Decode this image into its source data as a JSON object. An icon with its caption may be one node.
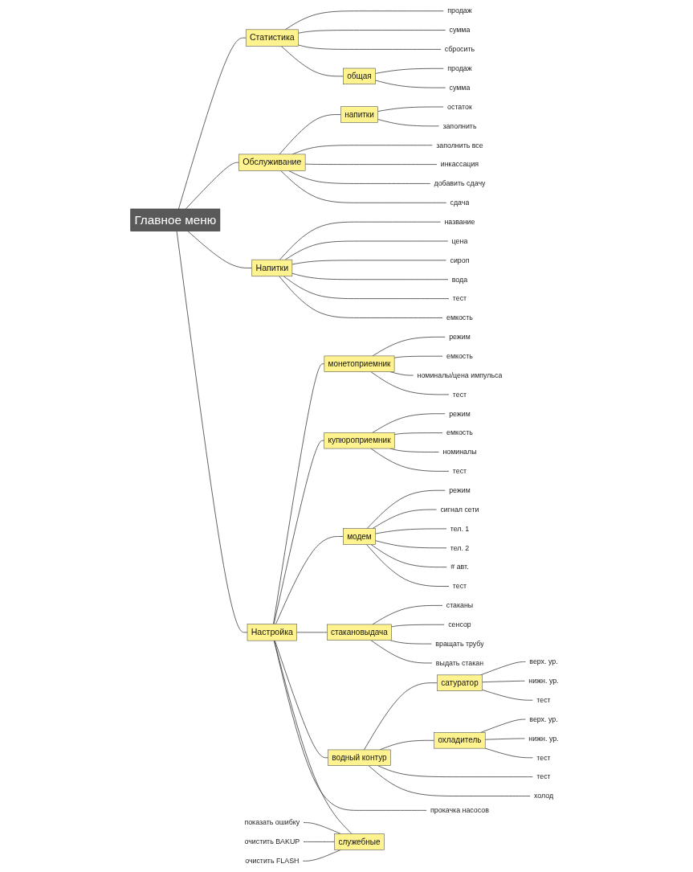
{
  "diagram": {
    "nodes": [
      {
        "text": [
          "Главное меню"
        ]
      },
      {
        "text": [
          "Статистика"
        ]
      },
      {
        "text": [
          "продаж"
        ]
      },
      {
        "text": [
          "сумма"
        ]
      },
      {
        "text": [
          "сбросить"
        ]
      },
      {
        "text": [
          "общая"
        ]
      },
      {
        "text": [
          "продаж"
        ]
      },
      {
        "text": [
          "сумма"
        ]
      },
      {
        "text": [
          "Обслуживание"
        ]
      },
      {
        "text": [
          "напитки"
        ]
      },
      {
        "text": [
          "остаток"
        ]
      },
      {
        "text": [
          "заполнить"
        ]
      },
      {
        "text": [
          "заполнить все"
        ]
      },
      {
        "text": [
          "инкассация"
        ]
      },
      {
        "text": [
          "добавить сдачу"
        ]
      },
      {
        "text": [
          "сдача"
        ]
      },
      {
        "text": [
          "Напитки"
        ]
      },
      {
        "text": [
          "название"
        ]
      },
      {
        "text": [
          "цена"
        ]
      },
      {
        "text": [
          "сироп"
        ]
      },
      {
        "text": [
          "вода"
        ]
      },
      {
        "text": [
          "тест"
        ]
      },
      {
        "text": [
          "емкость"
        ]
      },
      {
        "text": [
          "Настройка"
        ]
      },
      {
        "text": [
          "монетоприемник"
        ]
      },
      {
        "text": [
          "режим"
        ]
      },
      {
        "text": [
          "емкость"
        ]
      },
      {
        "text": [
          "номиналы/цена импульса"
        ]
      },
      {
        "text": [
          "тест"
        ]
      },
      {
        "text": [
          "купюроприемник"
        ]
      },
      {
        "text": [
          "режим"
        ]
      },
      {
        "text": [
          "емкость"
        ]
      },
      {
        "text": [
          "номиналы"
        ]
      },
      {
        "text": [
          "тест"
        ]
      },
      {
        "text": [
          "модем"
        ]
      },
      {
        "text": [
          "режим"
        ]
      },
      {
        "text": [
          "сигнал сети"
        ]
      },
      {
        "text": [
          "тел. 1"
        ]
      },
      {
        "text": [
          "тел. 2"
        ]
      },
      {
        "text": [
          "# авт."
        ]
      },
      {
        "text": [
          "тест"
        ]
      },
      {
        "text": [
          "стакановыдача"
        ]
      },
      {
        "text": [
          "стаканы"
        ]
      },
      {
        "text": [
          "сенсор"
        ]
      },
      {
        "text": [
          "вращать трубу"
        ]
      },
      {
        "text": [
          "выдать стакан"
        ]
      },
      {
        "text": [
          "водный контур"
        ]
      },
      {
        "text": [
          "сатуратор"
        ]
      },
      {
        "text": [
          "верх. ур."
        ]
      },
      {
        "text": [
          "нижн. ур."
        ]
      },
      {
        "text": [
          "тест"
        ]
      },
      {
        "text": [
          "охладитель"
        ]
      },
      {
        "text": [
          "верх. ур."
        ]
      },
      {
        "text": [
          "нижн. ур."
        ]
      },
      {
        "text": [
          "тест"
        ]
      },
      {
        "text": [
          "тест"
        ]
      },
      {
        "text": [
          "холод"
        ]
      },
      {
        "text": [
          "показать ошибку"
        ]
      },
      {
        "text": [
          "очистить BAKUP"
        ]
      },
      {
        "text": [
          "очистить FLASH"
        ]
      },
      {
        "text": [
          "служебные"
        ]
      },
      {
        "text": [
          "прокачка насосов"
        ]
      }
    ],
    "edges": [
      {
        "from": 0,
        "to": 1,
        "arrow": "none"
      },
      {
        "from": 1,
        "to": 2,
        "arrow": "none"
      },
      {
        "from": 1,
        "to": 3,
        "arrow": "none"
      },
      {
        "from": 1,
        "to": 4,
        "arrow": "none"
      },
      {
        "from": 1,
        "to": 5,
        "arrow": "none"
      },
      {
        "from": 5,
        "to": 6,
        "arrow": "none"
      },
      {
        "from": 5,
        "to": 7,
        "arrow": "none"
      },
      {
        "from": 0,
        "to": 8,
        "arrow": "none"
      },
      {
        "from": 8,
        "to": 9,
        "arrow": "none"
      },
      {
        "from": 9,
        "to": 10,
        "arrow": "none"
      },
      {
        "from": 9,
        "to": 11,
        "arrow": "none"
      },
      {
        "from": 8,
        "to": 12,
        "arrow": "none"
      },
      {
        "from": 8,
        "to": 13,
        "arrow": "none"
      },
      {
        "from": 8,
        "to": 14,
        "arrow": "none"
      },
      {
        "from": 8,
        "to": 15,
        "arrow": "none"
      },
      {
        "from": 0,
        "to": 16,
        "arrow": "none"
      },
      {
        "from": 16,
        "to": 17,
        "arrow": "none"
      },
      {
        "from": 16,
        "to": 18,
        "arrow": "none"
      },
      {
        "from": 16,
        "to": 19,
        "arrow": "none"
      },
      {
        "from": 16,
        "to": 20,
        "arrow": "none"
      },
      {
        "from": 16,
        "to": 21,
        "arrow": "none"
      },
      {
        "from": 16,
        "to": 22,
        "arrow": "none"
      },
      {
        "from": 0,
        "to": 23,
        "arrow": "none"
      },
      {
        "from": 23,
        "to": 24,
        "arrow": "none"
      },
      {
        "from": 24,
        "to": 25,
        "arrow": "none"
      },
      {
        "from": 24,
        "to": 26,
        "arrow": "none"
      },
      {
        "from": 24,
        "to": 27,
        "arrow": "none"
      },
      {
        "from": 24,
        "to": 28,
        "arrow": "none"
      },
      {
        "from": 23,
        "to": 29,
        "arrow": "none"
      },
      {
        "from": 29,
        "to": 30,
        "arrow": "none"
      },
      {
        "from": 29,
        "to": 31,
        "arrow": "none"
      },
      {
        "from": 29,
        "to": 32,
        "arrow": "none"
      },
      {
        "from": 29,
        "to": 33,
        "arrow": "none"
      },
      {
        "from": 23,
        "to": 34,
        "arrow": "none"
      },
      {
        "from": 34,
        "to": 35,
        "arrow": "none"
      },
      {
        "from": 34,
        "to": 36,
        "arrow": "none"
      },
      {
        "from": 34,
        "to": 37,
        "arrow": "none"
      },
      {
        "from": 34,
        "to": 38,
        "arrow": "none"
      },
      {
        "from": 34,
        "to": 39,
        "arrow": "none"
      },
      {
        "from": 34,
        "to": 40,
        "arrow": "none"
      },
      {
        "from": 23,
        "to": 41,
        "arrow": "none"
      },
      {
        "from": 41,
        "to": 42,
        "arrow": "none"
      },
      {
        "from": 41,
        "to": 43,
        "arrow": "none"
      },
      {
        "from": 41,
        "to": 44,
        "arrow": "none"
      },
      {
        "from": 41,
        "to": 45,
        "arrow": "none"
      },
      {
        "from": 23,
        "to": 46,
        "arrow": "none"
      },
      {
        "from": 46,
        "to": 47,
        "arrow": "none"
      },
      {
        "from": 47,
        "to": 48,
        "arrow": "none"
      },
      {
        "from": 47,
        "to": 49,
        "arrow": "none"
      },
      {
        "from": 47,
        "to": 50,
        "arrow": "none"
      },
      {
        "from": 46,
        "to": 51,
        "arrow": "none"
      },
      {
        "from": 51,
        "to": 52,
        "arrow": "none"
      },
      {
        "from": 51,
        "to": 53,
        "arrow": "none"
      },
      {
        "from": 51,
        "to": 54,
        "arrow": "none"
      },
      {
        "from": 46,
        "to": 55,
        "arrow": "none"
      },
      {
        "from": 46,
        "to": 56,
        "arrow": "none"
      },
      {
        "from": 57,
        "to": 60,
        "arrow": "none"
      },
      {
        "from": 58,
        "to": 60,
        "arrow": "none"
      },
      {
        "from": 59,
        "to": 60,
        "arrow": "none"
      },
      {
        "from": 23,
        "to": 60,
        "arrow": "none"
      },
      {
        "from": 23,
        "to": 61,
        "arrow": "none"
      }
    ]
  }
}
